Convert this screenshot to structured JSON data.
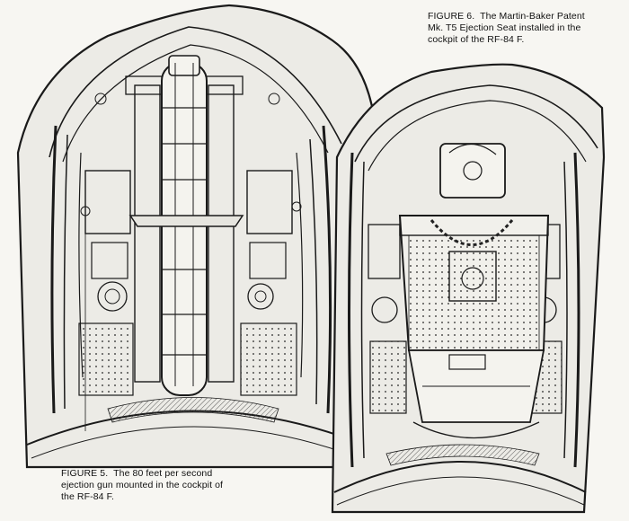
{
  "figure6": {
    "label": "FIGURE 6.",
    "line1_rest": "The Martin-Baker Patent",
    "line2": "Mk. T5 Ejection Seat installed in the",
    "line3": "cockpit of the RF-84 F."
  },
  "figure5": {
    "label": "FIGURE 5.",
    "line1_rest": "The 80 feet per second",
    "line2": "ejection gun mounted in the cockpit of",
    "line3": "the RF-84 F."
  },
  "colors": {
    "paper": "#f7f6f2",
    "ink": "#111111"
  }
}
